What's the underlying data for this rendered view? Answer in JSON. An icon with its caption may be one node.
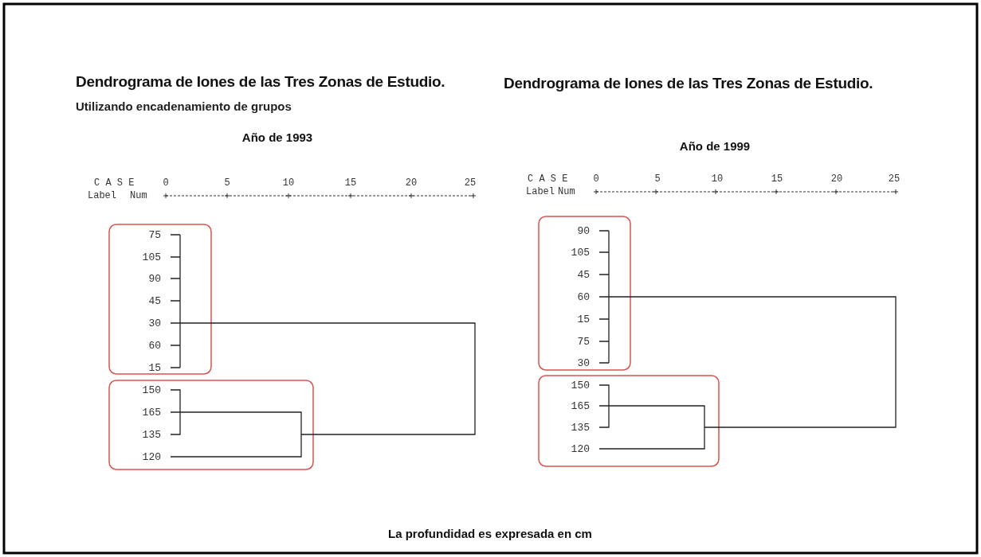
{
  "diagram": {
    "caption": "La profundidad es expresada en cm",
    "labels": [
      "Dendrograma de Iones de las Tres Zonas de Estudio.",
      "Utilizando encadenamiento de grupos",
      "Año de 1993",
      "C A S E",
      "Label",
      "Num",
      "0",
      "5",
      "10",
      "15",
      "20",
      "25",
      "75",
      "105",
      "90",
      "45",
      "30",
      "60",
      "15",
      "150",
      "165",
      "135",
      "120",
      "Dendrograma de Iones de las Tres Zonas de Estudio.",
      "Año de 1999",
      "C A S E",
      "Label",
      "Num",
      "0",
      "5",
      "10",
      "15",
      "20",
      "25",
      "90",
      "105",
      "45",
      "60",
      "15",
      "75",
      "30",
      "150",
      "165",
      "135",
      "120"
    ]
  }
}
